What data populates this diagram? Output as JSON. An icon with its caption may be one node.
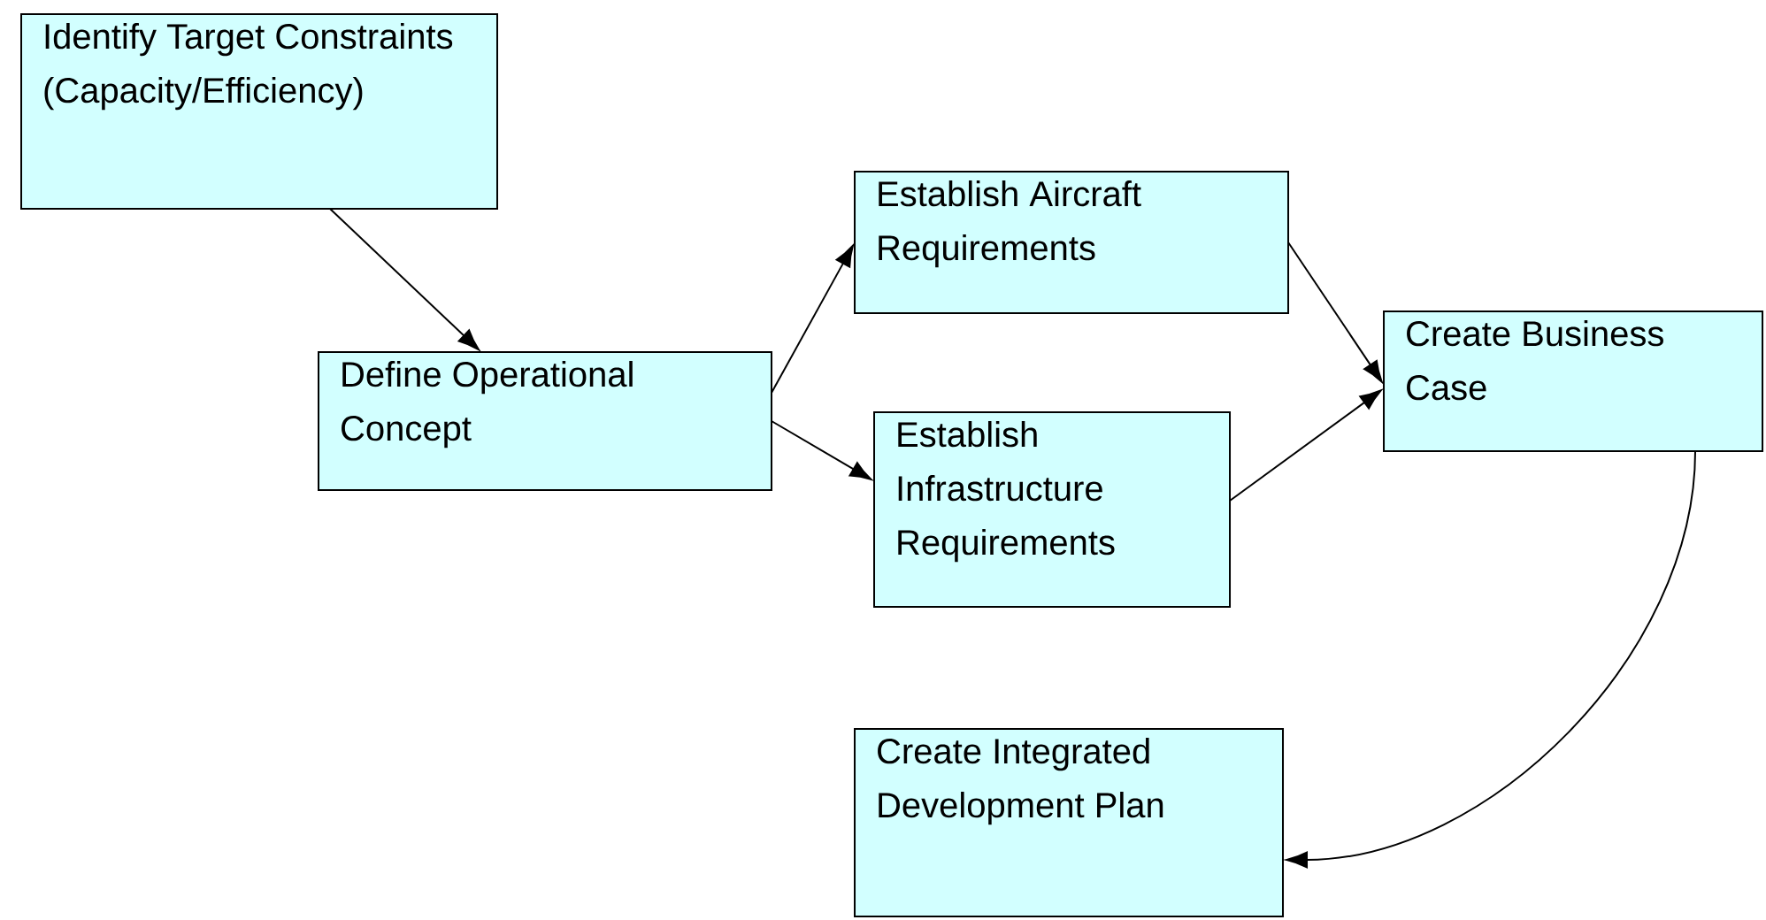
{
  "diagram": {
    "nodes": [
      {
        "text": [
          "Identify Target Constraints (Capacity/Efficiency)"
        ]
      },
      {
        "text": [
          "Define Operational Concept"
        ]
      },
      {
        "text": [
          "Establish Aircraft Requirements"
        ]
      },
      {
        "text": [
          "Establish Infrastructure Requirements"
        ]
      },
      {
        "text": [
          "Create Business Case"
        ]
      },
      {
        "text": [
          "Create Integrated Development Plan"
        ]
      }
    ],
    "edges": [
      {
        "from": 0,
        "to": 1,
        "arrow": "to"
      },
      {
        "from": 1,
        "to": 2,
        "arrow": "to"
      },
      {
        "from": 1,
        "to": 3,
        "arrow": "to"
      },
      {
        "from": 2,
        "to": 4,
        "arrow": "to"
      },
      {
        "from": 3,
        "to": 4,
        "arrow": "to"
      },
      {
        "from": 4,
        "to": 5,
        "arrow": "to"
      }
    ]
  }
}
